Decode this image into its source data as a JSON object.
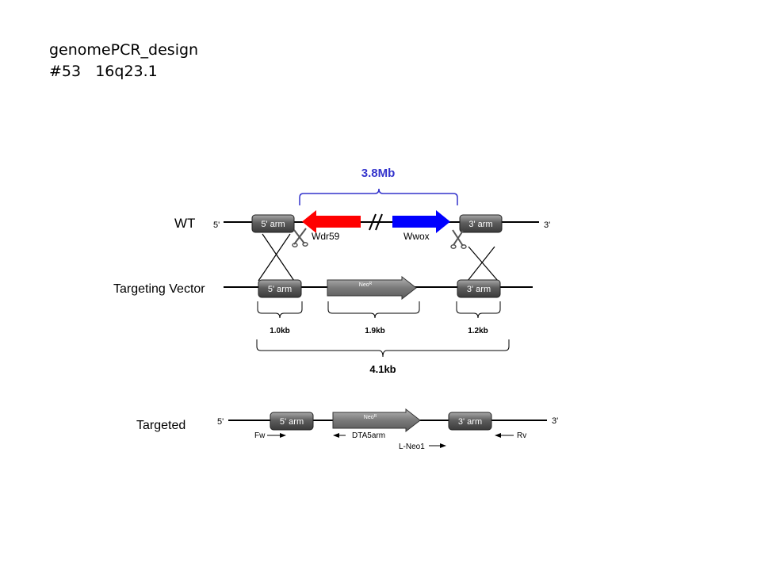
{
  "header": {
    "line1": "genomePCR_design",
    "line2": "#53   16q23.1"
  },
  "wt": {
    "row_label": "WT",
    "five_prime": "5'",
    "three_prime": "3'",
    "arm5": "5' arm",
    "arm3": "3' arm",
    "gene_left": "Wdr59",
    "gene_right": "Wwox",
    "deletion_size": "3.8Mb",
    "gene_left_color": "#ff0000",
    "gene_right_color": "#0000ff",
    "bracket_color": "#3333cc",
    "cut_icon_left": "scissors-icon",
    "cut_icon_right": "scissors-icon"
  },
  "vector": {
    "row_label": "Targeting Vector",
    "arm5": "5' arm",
    "neo": "NeoR",
    "arm3": "3' arm",
    "size_arm5": "1.0kb",
    "size_neo": "1.9kb",
    "size_arm3": "1.2kb",
    "size_total": "4.1kb"
  },
  "targeted": {
    "row_label": "Targeted",
    "five_prime": "5'",
    "three_prime": "3'",
    "arm5": "5' arm",
    "neo": "NeoR",
    "arm3": "3' arm",
    "primer_fw": "Fw",
    "primer_dta": "DTA5arm",
    "primer_lneo": "L-Neo1",
    "primer_rv": "Rv"
  }
}
